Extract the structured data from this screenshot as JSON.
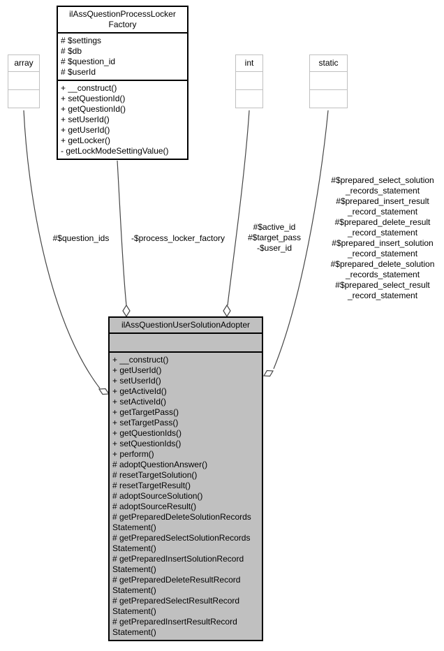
{
  "diagram": {
    "kind": "uml-collaboration-graph",
    "colors": {
      "focal_node_fill": "#c0c0c0",
      "class_node_border": "#000000",
      "primitive_node_border": "#c0c0c0",
      "edge_stroke": "#454545",
      "background": "#ffffff"
    },
    "nodes": {
      "factory": {
        "title": "ilAssQuestionProcessLockerFactory",
        "attributes": [
          "# $settings",
          "# $db",
          "# $question_id",
          "# $userId"
        ],
        "methods": [
          "+ __construct()",
          "+ setQuestionId()",
          "+ getQuestionId()",
          "+ setUserId()",
          "+ getUserId()",
          "+ getLocker()",
          "- getLockModeSettingValue()"
        ]
      },
      "array": {
        "title": "array"
      },
      "int": {
        "title": "int"
      },
      "static": {
        "title": "static"
      },
      "adopter": {
        "title": "ilAssQuestionUserSolutionAdopter",
        "attributes": [],
        "methods": [
          "+ __construct()",
          "+ getUserId()",
          "+ setUserId()",
          "+ getActiveId()",
          "+ setActiveId()",
          "+ getTargetPass()",
          "+ setTargetPass()",
          "+ getQuestionIds()",
          "+ setQuestionIds()",
          "+ perform()",
          "# adoptQuestionAnswer()",
          "# resetTargetSolution()",
          "# resetTargetResult()",
          "# adoptSourceSolution()",
          "# adoptSourceResult()",
          "# getPreparedDeleteSolutionRecordsStatement()",
          "# getPreparedSelectSolutionRecordsStatement()",
          "# getPreparedInsertSolutionRecordStatement()",
          "# getPreparedDeleteResultRecordStatement()",
          "# getPreparedSelectResultRecordStatement()",
          "# getPreparedInsertResultRecordStatement()"
        ]
      }
    },
    "edges": [
      {
        "from": "array",
        "to": "adopter",
        "marker": "open-diamond",
        "label": "#$question_ids"
      },
      {
        "from": "factory",
        "to": "adopter",
        "marker": "open-diamond",
        "label": "-$process_locker_factory"
      },
      {
        "from": "int",
        "to": "adopter",
        "marker": "open-diamond",
        "labels": [
          "#$active_id",
          "#$target_pass",
          "-$user_id"
        ]
      },
      {
        "from": "static",
        "to": "adopter",
        "marker": "open-diamond",
        "labels": [
          "#$prepared_select_solution_records_statement",
          "#$prepared_insert_result_record_statement",
          "#$prepared_delete_result_record_statement",
          "#$prepared_insert_solution_record_statement",
          "#$prepared_delete_solution_records_statement",
          "#$prepared_select_result_record_statement"
        ]
      }
    ]
  }
}
